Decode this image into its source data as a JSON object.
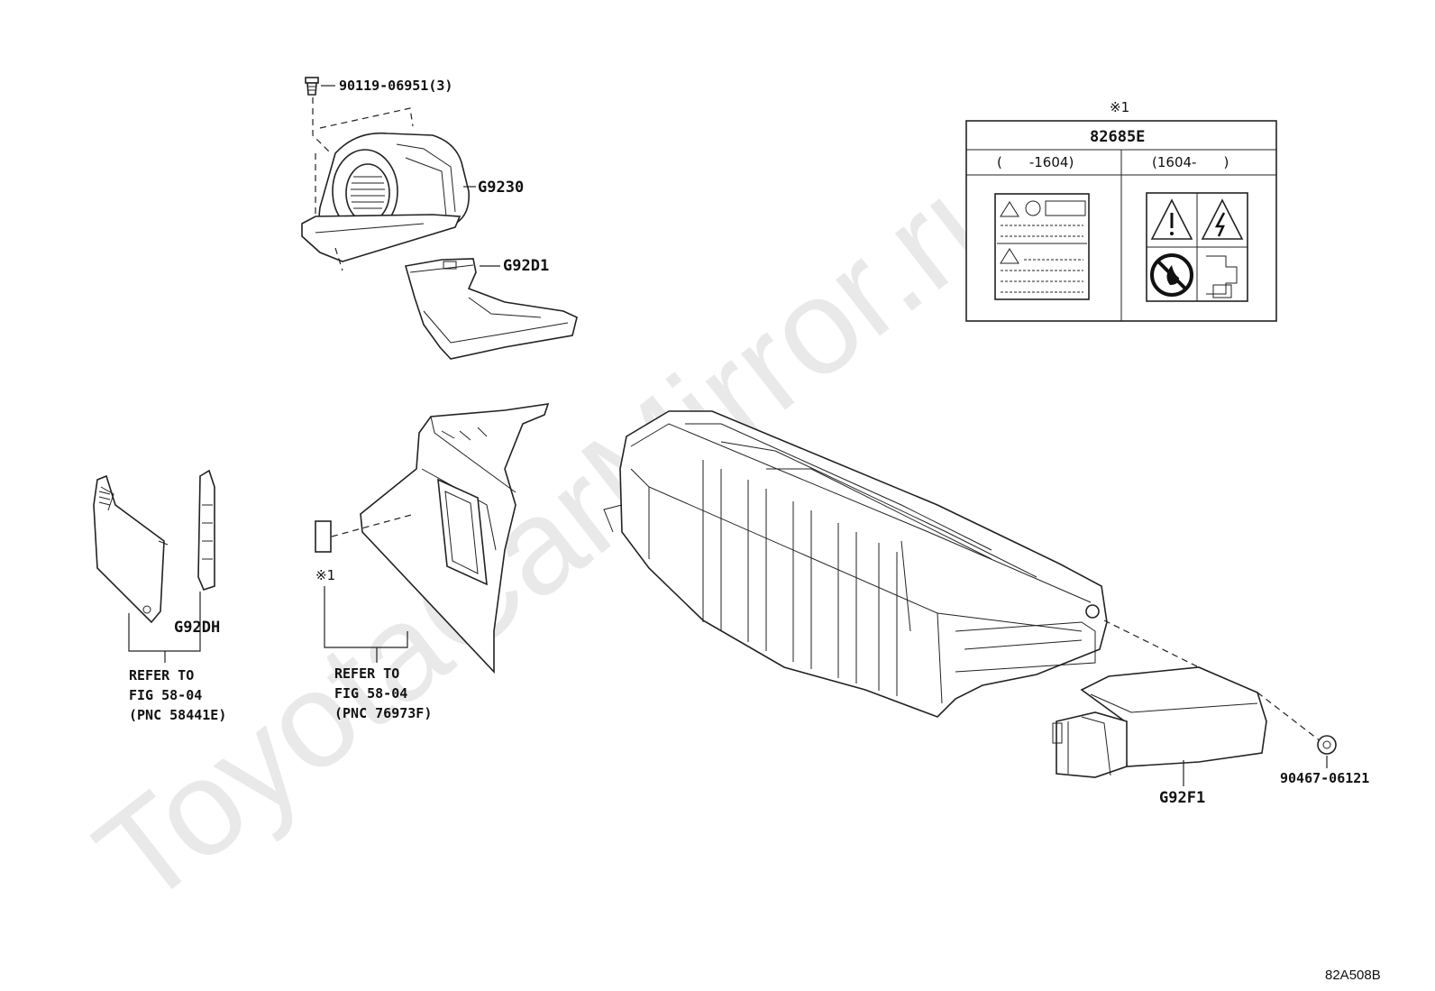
{
  "watermark": "ToyotaCarMirror.ru",
  "diagram_id": "82A508B",
  "labels": {
    "bolt": "90119-06951(3)",
    "blower": "G9230",
    "duct_upper": "G92D1",
    "duct_side": "G92DH",
    "duct_rear": "G92F1",
    "clip": "90467-06121"
  },
  "refer_left": {
    "line1": "REFER TO",
    "line2": "FIG 58-04",
    "line3": "(PNC 58441E)"
  },
  "refer_mid": {
    "line1": "REFER TO",
    "line2": "FIG 58-04",
    "line3": "(PNC 76973F)"
  },
  "note_mark": "※1",
  "label_table": {
    "note": "※1",
    "part_no": "82685E",
    "col_left": "(　　-1604)",
    "col_right": "(1604-　　)"
  }
}
